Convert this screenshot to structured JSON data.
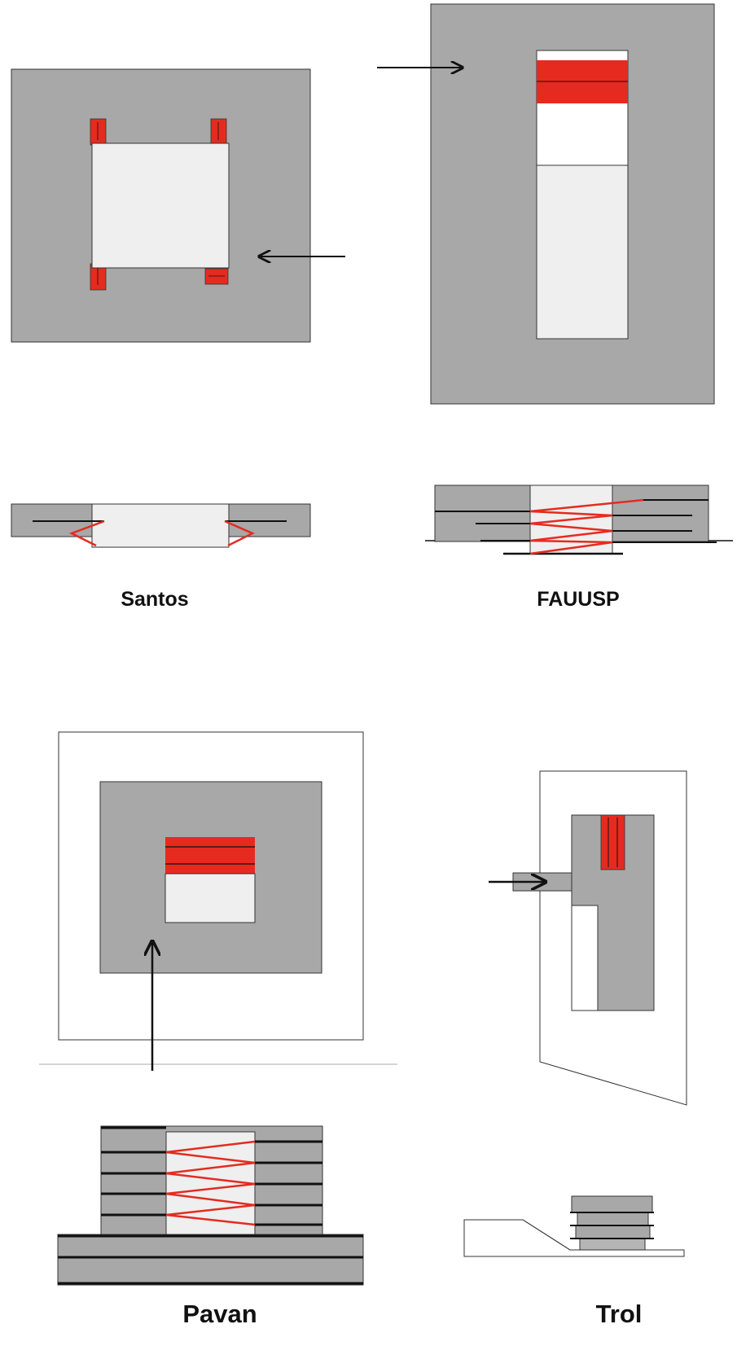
{
  "captions": {
    "santos": "Santos",
    "fauusp": "FAUUSP",
    "pavan": "Pavan",
    "trol": "Trol"
  },
  "colors": {
    "building": "#a8a8a8",
    "void": "#efefef",
    "open": "#ffffff",
    "stair": "#e52b20",
    "line": "#111111",
    "outline": "#333333"
  }
}
